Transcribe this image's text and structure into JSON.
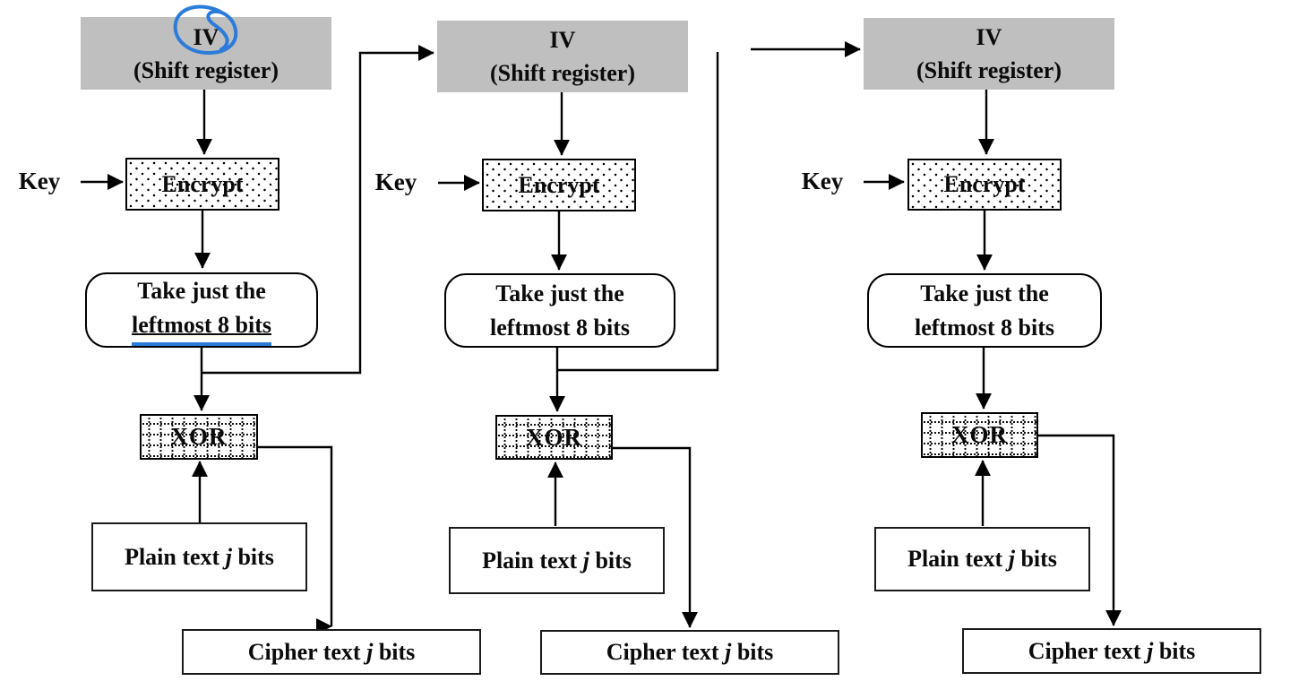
{
  "colors": {
    "box_gray": "#bfbfbf",
    "line_black": "#000000",
    "annotation_blue": "#2b7bd9",
    "background": "#ffffff"
  },
  "diagram": {
    "type": "flowchart",
    "subject": "Cipher Feedback (CFB) mode encryption - three stages",
    "annotations": {
      "circled_text": "IV",
      "circle_color": "#2b7bd9",
      "underlined_text": "leftmost 8 bits",
      "underline_color": "#2b7bd9"
    },
    "columns": [
      {
        "iv_title": "IV",
        "iv_subtitle": "(Shift register)",
        "key_label": "Key",
        "encrypt_label": "Encrypt",
        "take_line1": "Take just the",
        "take_line2": "leftmost 8 bits",
        "xor_label": "XOR",
        "plain_pre": "Plain text ",
        "plain_var": "j",
        "plain_post": " bits",
        "cipher_pre": "Cipher text ",
        "cipher_var": "j",
        "cipher_post": " bits"
      },
      {
        "iv_title": "IV",
        "iv_subtitle": "(Shift register)",
        "key_label": "Key",
        "encrypt_label": "Encrypt",
        "take_line1": "Take just the",
        "take_line2": "leftmost 8 bits",
        "xor_label": "XOR",
        "plain_pre": "Plain text ",
        "plain_var": "j",
        "plain_post": " bits",
        "cipher_pre": "Cipher text ",
        "cipher_var": "j",
        "cipher_post": " bits"
      },
      {
        "iv_title": "IV",
        "iv_subtitle": "(Shift register)",
        "key_label": "Key",
        "encrypt_label": "Encrypt",
        "take_line1": "Take just the",
        "take_line2": "leftmost 8 bits",
        "xor_label": "XOR",
        "plain_pre": "Plain text ",
        "plain_var": "j",
        "plain_post": " bits",
        "cipher_pre": "Cipher text ",
        "cipher_var": "j",
        "cipher_post": " bits"
      }
    ]
  }
}
